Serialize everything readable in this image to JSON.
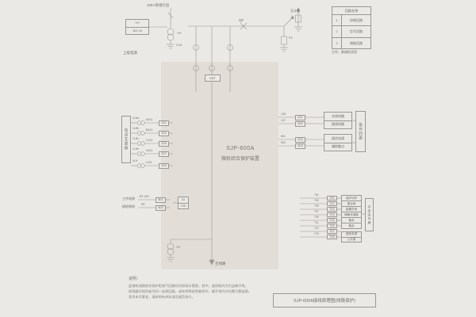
{
  "page": {
    "bg": "#ebe9e5",
    "shade": "#e2ded7",
    "line_color": "#9b9893"
  },
  "header": {
    "feeder_label": "10kV母线引出",
    "metering_label": "至计量",
    "breaker_label": "QF",
    "pt_label": "YH",
    "arrester_label": "FZ",
    "source_label": "上级电源",
    "ground_ct_label": "C10",
    "kbt_label": "KBT",
    "pt_box_lines": [
      "YH",
      "JDZ-10"
    ]
  },
  "signal_table": {
    "title": "回路名称",
    "rows": [
      {
        "no": "1",
        "name": "控制回路"
      },
      {
        "no": "2",
        "name": "信号回路"
      },
      {
        "no": "3",
        "name": "储能回路"
      }
    ],
    "footnote": "主环、联络柜适用"
  },
  "device": {
    "model": "SJP-600A",
    "name": "微机综合保护装置"
  },
  "current_inputs": {
    "side_label": "电流互感器",
    "rows": [
      {
        "ct": "1LHa",
        "wire": "A411",
        "term": "1D1"
      },
      {
        "ct": "1LHb",
        "wire": "B411",
        "term": "1D3"
      },
      {
        "ct": "1LHc",
        "wire": "C411",
        "term": "1D5"
      },
      {
        "ct": "1LHn",
        "wire": "N411",
        "term": "1D7"
      },
      {
        "ct": "0LH",
        "wire": "L411",
        "term": "1D9"
      }
    ]
  },
  "control_outputs": {
    "side_label": "操作回路",
    "rows": [
      {
        "wire": "133",
        "term": "4D1",
        "label": "合闸线圈"
      },
      {
        "wire": "137",
        "term": "4D2",
        "label": "跳闸线圈"
      },
      {
        "wire": "601",
        "term": "4D3",
        "label": "遥信电源"
      },
      {
        "wire": "603",
        "term": "4D4",
        "label": "辅助触点"
      }
    ]
  },
  "power_inputs": {
    "rows": [
      {
        "label": "工作电源",
        "wire": "BT-220",
        "term": "5D1"
      },
      {
        "label": "接地铜排",
        "wire": "PE",
        "term": "5D2"
      }
    ],
    "aux_box": [
      "1D",
      "10D"
    ]
  },
  "signal_outputs": {
    "side_label": "中央信号屏",
    "rows": [
      {
        "wire": "701",
        "term": "7D1",
        "label": "保护动作"
      },
      {
        "wire": "703",
        "term": "7D2",
        "label": "重合闸"
      },
      {
        "wire": "705",
        "term": "7D3",
        "label": "装置异常"
      },
      {
        "wire": "707",
        "term": "7D4",
        "label": "弹簧未储能"
      },
      {
        "wire": "709",
        "term": "7D5",
        "label": "备用"
      },
      {
        "wire": "711",
        "term": "7D6",
        "label": "备用"
      },
      {
        "wire": "713",
        "term": "7D7",
        "label": "遥信电源"
      },
      {
        "wire": "715",
        "term": "7D8",
        "label": "公共端"
      }
    ]
  },
  "feeder": {
    "outgoing_label": "至线路",
    "line_pt_label": "YH"
  },
  "notes": {
    "heading": "说明：",
    "lines": [
      "此微机线路综合保护柜电气回路均为接线示意图，其中，虚线框内为引出端子排。",
      "接线编号相同者为同一连接回路，或有特殊说明者除外，端子排内外均需可靠连接。",
      "其余未尽事宜，请参照有关标准及规范执行。"
    ]
  },
  "title_block": {
    "text": "SJP-600A接线原理图(线路保护)"
  }
}
